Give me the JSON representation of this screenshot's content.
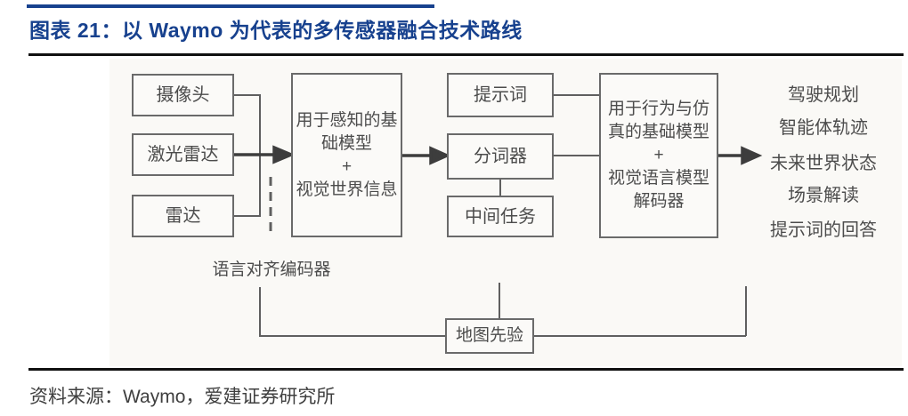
{
  "title": "图表 21：以 Waymo 为代表的多传感器融合技术路线",
  "source": "资料来源：Waymo，爱建证券研究所",
  "colors": {
    "accent_navy": "#17418E",
    "rule_black": "#101010",
    "box_border_gray": "#6a6a6a",
    "diagram_text_gray": "#4c4c4c",
    "diagram_bg": "#faf9f6"
  },
  "diagram": {
    "inputs": [
      "摄像头",
      "激光雷达",
      "雷达"
    ],
    "perception_model": "用于感知的基\n础模型\n+\n视觉世界信息",
    "prompt": "提示词",
    "tokenizer": "分词器",
    "intermediate_task": "中间任务",
    "behavior_model": "用于行为与仿\n真的基础模型\n+\n视觉语言模型\n解码器",
    "language_encoder": "语言对齐编码器",
    "map_prior": "地图先验",
    "outputs": [
      "驾驶规划",
      "智能体轨迹",
      "未来世界状态",
      "场景解读",
      "提示词的回答"
    ]
  }
}
